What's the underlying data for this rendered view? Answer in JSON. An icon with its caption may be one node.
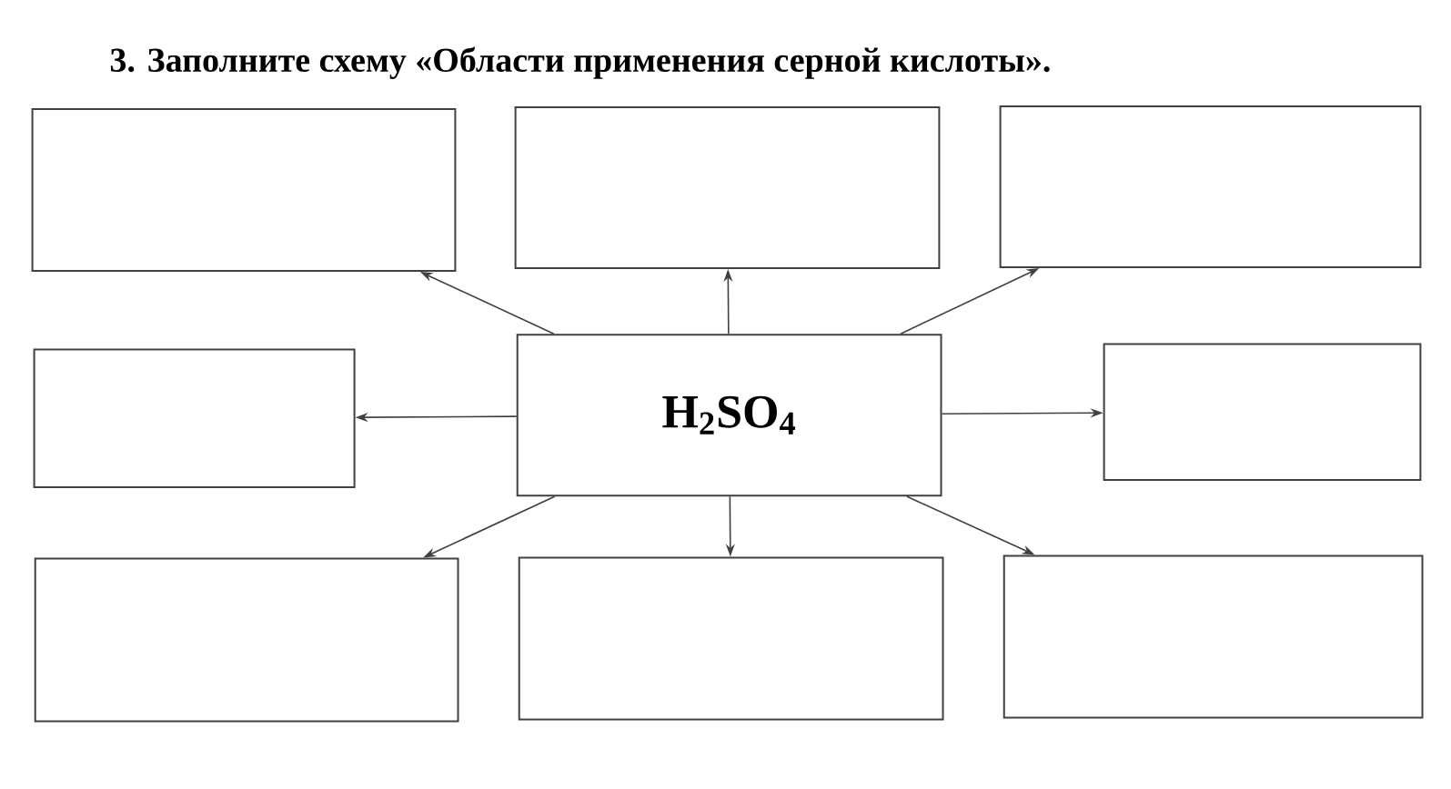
{
  "diagram": {
    "title": "3. Заполните схему «Области применения серной кислоты».",
    "nodes": [
      {
        "text": [],
        "shape": "box"
      },
      {
        "text": [],
        "shape": "box"
      },
      {
        "text": [],
        "shape": "box"
      },
      {
        "text": [],
        "shape": "box"
      },
      {
        "text": [
          "H$_{2}$SO$_{4}$"
        ]
      },
      {
        "text": [],
        "shape": "box"
      },
      {
        "text": [],
        "shape": "box"
      },
      {
        "text": [],
        "shape": "box"
      },
      {
        "text": [],
        "shape": "box"
      }
    ],
    "edges": [
      {
        "from": 4,
        "to": 0,
        "arrow": "to"
      },
      {
        "from": 4,
        "to": 1,
        "arrow": "to"
      },
      {
        "from": 4,
        "to": 2,
        "arrow": "to"
      },
      {
        "from": 4,
        "to": 3,
        "arrow": "to"
      },
      {
        "from": 4,
        "to": 5,
        "arrow": "to"
      },
      {
        "from": 4,
        "to": 6,
        "arrow": "to"
      },
      {
        "from": 4,
        "to": 7,
        "arrow": "to"
      },
      {
        "from": 4,
        "to": 8,
        "arrow": "to"
      }
    ]
  }
}
